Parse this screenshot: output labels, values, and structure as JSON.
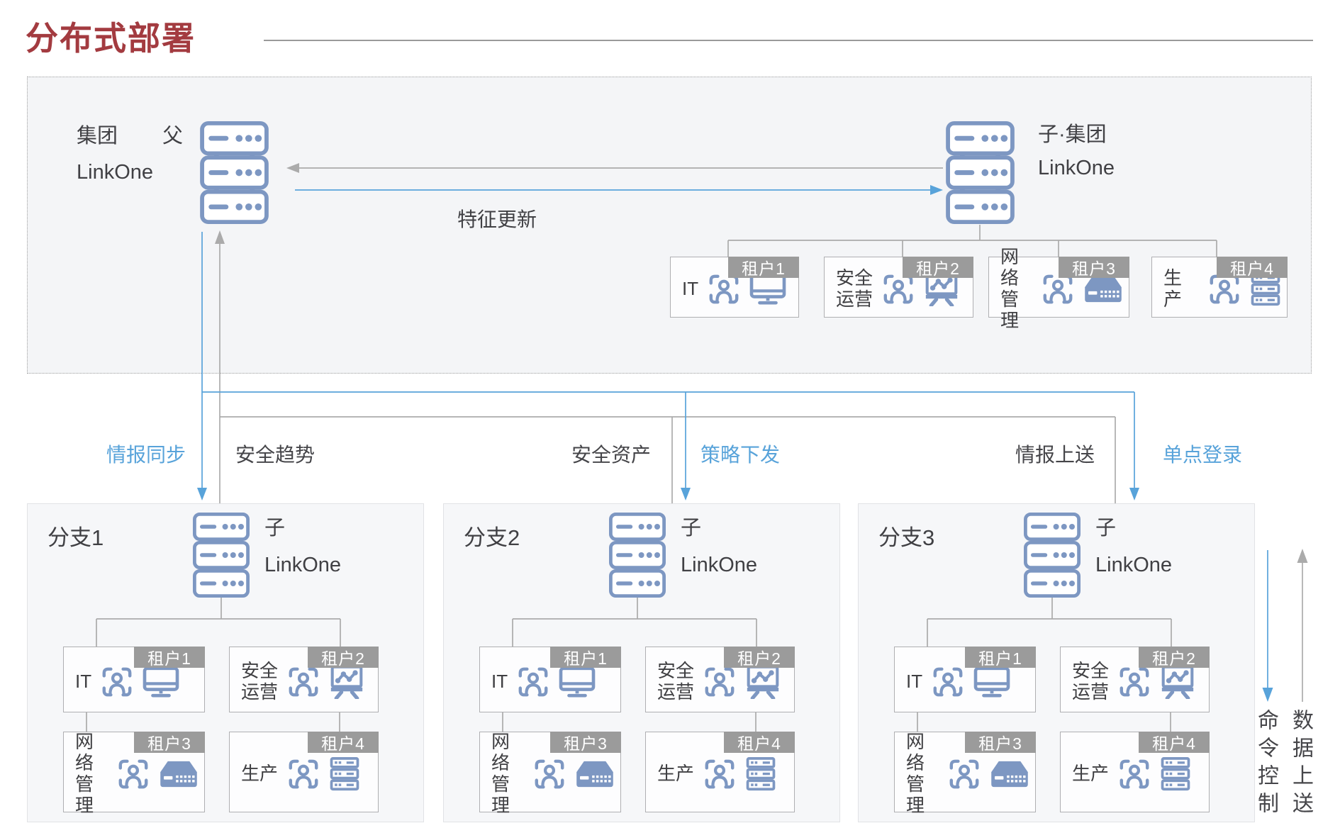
{
  "page": {
    "title": "分布式部署"
  },
  "colors": {
    "accent_red": "#A33B40",
    "flow_blue": "#58A3DA",
    "line_gray": "#ABABAB",
    "icon_blue": "#7D97C2",
    "tag_bg": "#9B9B9B",
    "text_dark": "#454549"
  },
  "top_section": {
    "parent": {
      "org": "集团",
      "role": "父",
      "product": "LinkOne",
      "icon": "server-stack-icon"
    },
    "child": {
      "org": "子·集团",
      "product": "LinkOne",
      "icon": "server-stack-icon"
    },
    "link_label": "特征更新",
    "tenants": [
      {
        "tag": "租户1",
        "label": "IT",
        "user_icon": "user-scan-icon",
        "icon": "monitor-icon"
      },
      {
        "tag": "租户2",
        "label": "安全\n运营",
        "user_icon": "user-scan-icon",
        "icon": "presentation-board-icon"
      },
      {
        "tag": "租户3",
        "label": "网络\n管理",
        "user_icon": "user-scan-icon",
        "icon": "network-switch-icon"
      },
      {
        "tag": "租户4",
        "label": "生产",
        "user_icon": "user-scan-icon",
        "icon": "server-rack-icon"
      }
    ]
  },
  "flows": [
    {
      "label": "情报同步",
      "color": "blue",
      "direction": "down"
    },
    {
      "label": "安全趋势",
      "color": "dark",
      "direction": "up"
    },
    {
      "label": "安全资产",
      "color": "dark",
      "direction": "up"
    },
    {
      "label": "策略下发",
      "color": "blue",
      "direction": "down"
    },
    {
      "label": "情报上送",
      "color": "dark",
      "direction": "up"
    },
    {
      "label": "单点登录",
      "color": "blue",
      "direction": "down"
    }
  ],
  "branches": [
    {
      "name": "分支1",
      "server": {
        "role": "子",
        "product": "LinkOne",
        "icon": "server-stack-icon"
      },
      "tenants": [
        {
          "tag": "租户1",
          "label": "IT",
          "user_icon": "user-scan-icon",
          "icon": "monitor-icon"
        },
        {
          "tag": "租户2",
          "label": "安全\n运营",
          "user_icon": "user-scan-icon",
          "icon": "presentation-board-icon"
        },
        {
          "tag": "租户3",
          "label": "网络\n管理",
          "user_icon": "user-scan-icon",
          "icon": "network-switch-icon"
        },
        {
          "tag": "租户4",
          "label": "生产",
          "user_icon": "user-scan-icon",
          "icon": "server-rack-icon"
        }
      ]
    },
    {
      "name": "分支2",
      "server": {
        "role": "子",
        "product": "LinkOne",
        "icon": "server-stack-icon"
      },
      "tenants": [
        {
          "tag": "租户1",
          "label": "IT",
          "user_icon": "user-scan-icon",
          "icon": "monitor-icon"
        },
        {
          "tag": "租户2",
          "label": "安全\n运营",
          "user_icon": "user-scan-icon",
          "icon": "presentation-board-icon"
        },
        {
          "tag": "租户3",
          "label": "网络\n管理",
          "user_icon": "user-scan-icon",
          "icon": "network-switch-icon"
        },
        {
          "tag": "租户4",
          "label": "生产",
          "user_icon": "user-scan-icon",
          "icon": "server-rack-icon"
        }
      ]
    },
    {
      "name": "分支3",
      "server": {
        "role": "子",
        "product": "LinkOne",
        "icon": "server-stack-icon"
      },
      "tenants": [
        {
          "tag": "租户1",
          "label": "IT",
          "user_icon": "user-scan-icon",
          "icon": "monitor-icon"
        },
        {
          "tag": "租户2",
          "label": "安全\n运营",
          "user_icon": "user-scan-icon",
          "icon": "presentation-board-icon"
        },
        {
          "tag": "租户3",
          "label": "网络\n管理",
          "user_icon": "user-scan-icon",
          "icon": "network-switch-icon"
        },
        {
          "tag": "租户4",
          "label": "生产",
          "user_icon": "user-scan-icon",
          "icon": "server-rack-icon"
        }
      ]
    }
  ],
  "side_flows": [
    {
      "label": "命令控制",
      "color": "blue",
      "direction": "down"
    },
    {
      "label": "数据上送",
      "color": "gray",
      "direction": "up"
    }
  ]
}
